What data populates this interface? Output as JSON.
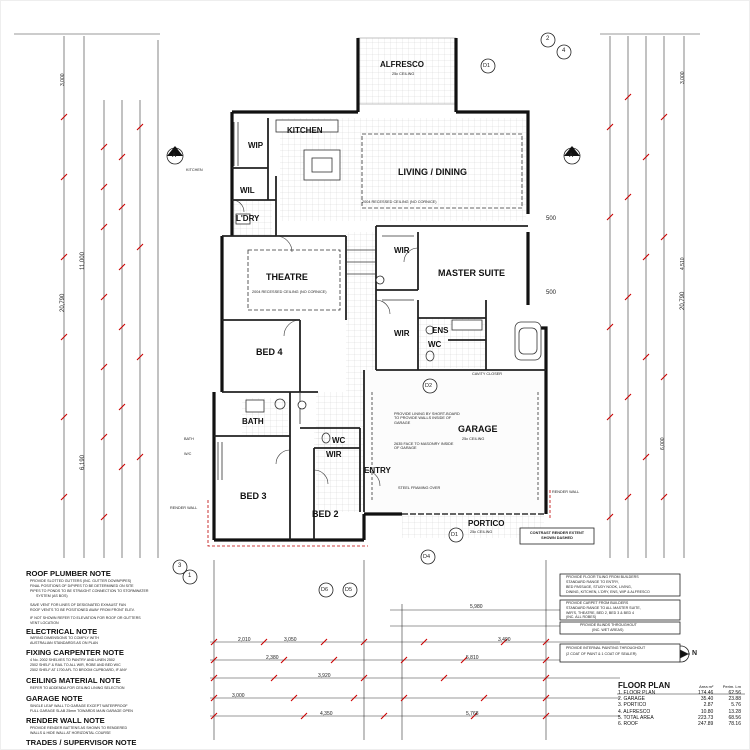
{
  "rooms": {
    "alfresco": "ALFRESCO",
    "kitchen": "KITCHEN",
    "wip": "WIP",
    "wil": "WIL",
    "ldry": "L'DRY",
    "living": "LIVING / DINING",
    "theatre": "THEATRE",
    "master": "MASTER SUITE",
    "wir1": "WIR",
    "wir2": "WIR",
    "ens": "ENS",
    "wc1": "WC",
    "bed4": "BED 4",
    "bath": "BATH",
    "bed3": "BED 3",
    "bed2": "BED 2",
    "wir3": "WIR",
    "wc2": "WC",
    "entry": "ENTRY",
    "garage": "GARAGE",
    "portico": "PORTICO"
  },
  "ceilings": {
    "alfresco": "25c CEILING",
    "garage": "25c CEILING",
    "portico": "25c CEILING",
    "living": "2004 RECESSED CEILING (NO CORNICE)",
    "theatre": "2004 RECESSED CEILING (NO CORNICE)"
  },
  "section_markers": {
    "a": "A",
    "d1": "D1",
    "d2": "D2",
    "d4": "D4",
    "d5": "D5",
    "d6": "D6",
    "n1": "1",
    "n2": "2",
    "n3": "3",
    "n4": "4"
  },
  "dimensions": {
    "left_total": "20,790",
    "right_total": "20,790",
    "left_11000": "11,000",
    "left_6190": "6,190",
    "left_3000": "3,000",
    "right_3000": "3,000",
    "right_4510": "4,510",
    "right_6000": "6,000",
    "bottom_5980": "5,980",
    "bottom_5810": "5,810",
    "bottom_5768": "5,768",
    "bottom_3490": "3,490",
    "bottom_3050": "3,050",
    "bottom_3920": "3,920",
    "bottom_2380": "2,380",
    "bottom_2010": "2,010",
    "bottom_3000": "3,000",
    "bottom_4350": "4,350",
    "side_500a": "500",
    "side_500b": "500"
  },
  "side_tags": {
    "kitchen": "KITCHEN",
    "bath": "BATH",
    "wc": "W/C",
    "render_wall": "RENDER WALL",
    "render_wall2": "RENDER WALL"
  },
  "wall_notes": {
    "garage_lining": "PROVIDE LINING BY SHORT-BOARD TO PROVIDE WALLS INSIDE OF GARAGE",
    "fire_wall": "2635 FACE TO MASONRY INSIDE OF GARAGE",
    "steel_framing": "STEEL FRAMING OVER",
    "cavity_closer": "CAVITY CLOSER"
  },
  "notes": {
    "roof_plumber": {
      "title": "ROOF PLUMBER NOTE",
      "lines": [
        "PROVIDE SLOTTED GUTTERS (INC. GUTTER DOWNPIPES)",
        "FINAL POSITIONS OF D/PIPES TO BE DETERMINED ON SITE",
        "PIPES TO PONDS TO BE STRAIGHT CONNECTION TO STORMWATER",
        "SYSTEM (AS BOS)",
        "SAVE VENT FOR LINES OF DESIGNATED EXHAUST FAN",
        "ROOF VENTS TO BE POSITIONED AWAY FROM FRONT ELEV.",
        "IF NOT SHOWN REFER TO ELEVATION FOR ROOF OR GUTTERS",
        "VENT LOCATION"
      ]
    },
    "electrical": {
      "title": "ELECTRICAL NOTE",
      "lines": [
        "WIRING DIMENSIONS TO COMPLY WITH",
        "AUSTRALIAN STANDARDS AS ON PLAN"
      ]
    },
    "fixing": {
      "title": "FIXING CARPENTER NOTE",
      "lines": [
        "4 No. 2002 SHELVES TO PANTRY AND LINEN 2502",
        "2502 SHELF & RAIL TO ALL WIR, ROBE AND BED WIC",
        "2502 SHELF AT 1700 AFL TO BROOM CUPBOARD, IF ANY"
      ]
    },
    "ceiling_material": {
      "title": "CEILING MATERIAL NOTE",
      "lines": [
        "REFER TO ADDENDA FOR CEILING LINING SELECTION"
      ]
    },
    "garage": {
      "title": "GARAGE NOTE",
      "lines": [
        "SINGLE LEAF WALL TO GARAGE EXCEPT WATERPROOF",
        "FULL GARAGE SLAB 25mm TOWARDS MAIN GARAGE OPEN"
      ]
    },
    "render_wall": {
      "title": "RENDER WALL NOTE",
      "lines": [
        "PROVIDE RENDER BATTENS AS SHOWN TO RENDERED",
        "WALLS & HIDE WALL AT HORIZONTAL COURSE"
      ]
    },
    "trades": {
      "title": "TRADES / SUPERVISOR NOTE",
      "lines": []
    }
  },
  "spec_box": {
    "lines": [
      "PROVIDE FLOOR TILING FROM BUILDERS",
      "STANDARD RANGE TO ENTRY,",
      "BED PASSAGE, STUDY NOOK, LIVING,",
      "DINING, KITCHEN, L'DRY, ENS, WIP & ALFRESCO",
      "PROVIDE CARPET FROM BUILDERS",
      "STANDARD RANGE TO ALL MASTER SUITE,",
      "WIR'S, THEATRE, BED 2, BED 3 & BED 4",
      "(INC. ALL ROBES)",
      "PROVIDE BLINDS THROUGHOUT",
      "(INC. WET AREAS)",
      "PROVIDE INTERNAL PAINTING THROUGHOUT",
      "(2 COAT OF PAINT & 1 COAT OF SEALER)"
    ]
  },
  "contrast_note": "CONTRAST RENDER EXTENT SHOWN DASHED",
  "north_label": "N",
  "area_table": {
    "title": "FLOOR PLAN",
    "col_area": "Area m²",
    "col_perim": "Perim. Lm",
    "rows": [
      {
        "name": "1. FLOOR PLAN",
        "area": "174.46",
        "perim": "62.56"
      },
      {
        "name": "2. GARAGE",
        "area": "35.40",
        "perim": "23.88"
      },
      {
        "name": "3. PORTICO",
        "area": "2.87",
        "perim": "5.76"
      },
      {
        "name": "4. ALFRESCO",
        "area": "10.80",
        "perim": "13.28"
      },
      {
        "name": "5. TOTAL AREA",
        "area": "223.73",
        "perim": "68.56"
      },
      {
        "name": "6. ROOF",
        "area": "247.89",
        "perim": "78.16"
      }
    ]
  }
}
